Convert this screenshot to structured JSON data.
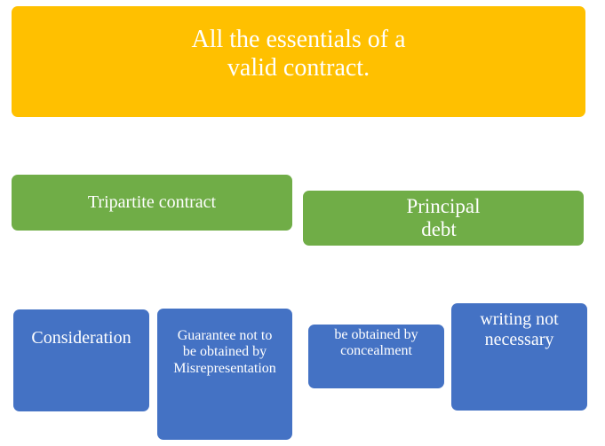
{
  "title": {
    "lines": [
      "All the essentials of a",
      "valid contract."
    ]
  },
  "level2": [
    {
      "lines": [
        "Tripartite contract"
      ]
    },
    {
      "lines": [
        "Principal",
        "debt"
      ]
    }
  ],
  "level3": [
    {
      "lines": [
        "Consideration"
      ]
    },
    {
      "lines": [
        "Guarantee not to",
        "be obtained by",
        "Misrepresentation"
      ]
    },
    {
      "lines": [
        "be obtained by",
        "concealment"
      ]
    },
    {
      "lines": [
        "writing not",
        "necessary"
      ]
    }
  ],
  "colors": {
    "title": "#FFC000",
    "level2": "#70AD47",
    "level3": "#4472C4"
  }
}
